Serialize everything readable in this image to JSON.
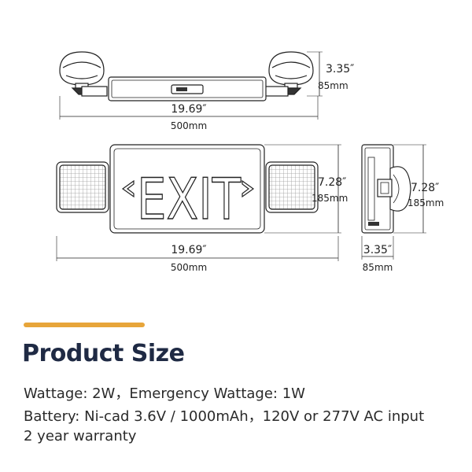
{
  "top_view": {
    "height_in": "3.35″",
    "height_mm": "85mm",
    "width_in": "19.69″",
    "width_mm": "500mm"
  },
  "front_view": {
    "sign_text": "EXIT",
    "height_in": "7.28″",
    "height_mm": "185mm",
    "width_in": "19.69″",
    "width_mm": "500mm"
  },
  "side_view": {
    "height_in": "7.28″",
    "height_mm": "185mm",
    "depth_in": "3.35″",
    "depth_mm": "85mm"
  },
  "colors": {
    "accent": "#e7a53a",
    "heading": "#1f2a44"
  },
  "section": {
    "title": "Product Size",
    "specs": [
      "Wattage: 2W，Emergency Wattage: 1W",
      "Battery: Ni-cad 3.6V / 1000mAh，120V or 277V AC input",
      "2 year warranty"
    ]
  }
}
